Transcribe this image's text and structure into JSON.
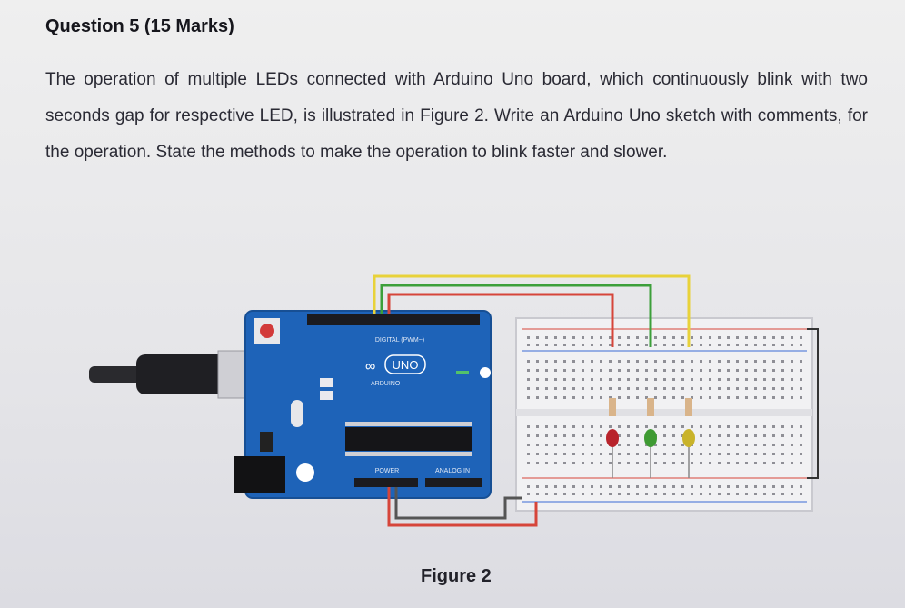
{
  "question": {
    "heading": "Question 5 (15 Marks)",
    "body": "The operation of multiple LEDs connected with Arduino Uno board, which continuously blink with two seconds gap for respective LED, is illustrated in Figure 2. Write an Arduino Uno sketch with comments, for the operation. State the methods to make the operation to blink faster and slower."
  },
  "figure": {
    "caption": "Figure 2",
    "board_logo": "UNO",
    "board_name": "ARDUINO",
    "header_digital": "DIGITAL (PWM~)",
    "header_power": "POWER",
    "header_analog": "ANALOG IN",
    "led_colors": [
      "#b8232b",
      "#3e9a32",
      "#c9b32a"
    ],
    "wire_colors": [
      "#d6453a",
      "#3c9f3a",
      "#e8d23a",
      "#555555"
    ],
    "board_color": "#1e63b8"
  }
}
